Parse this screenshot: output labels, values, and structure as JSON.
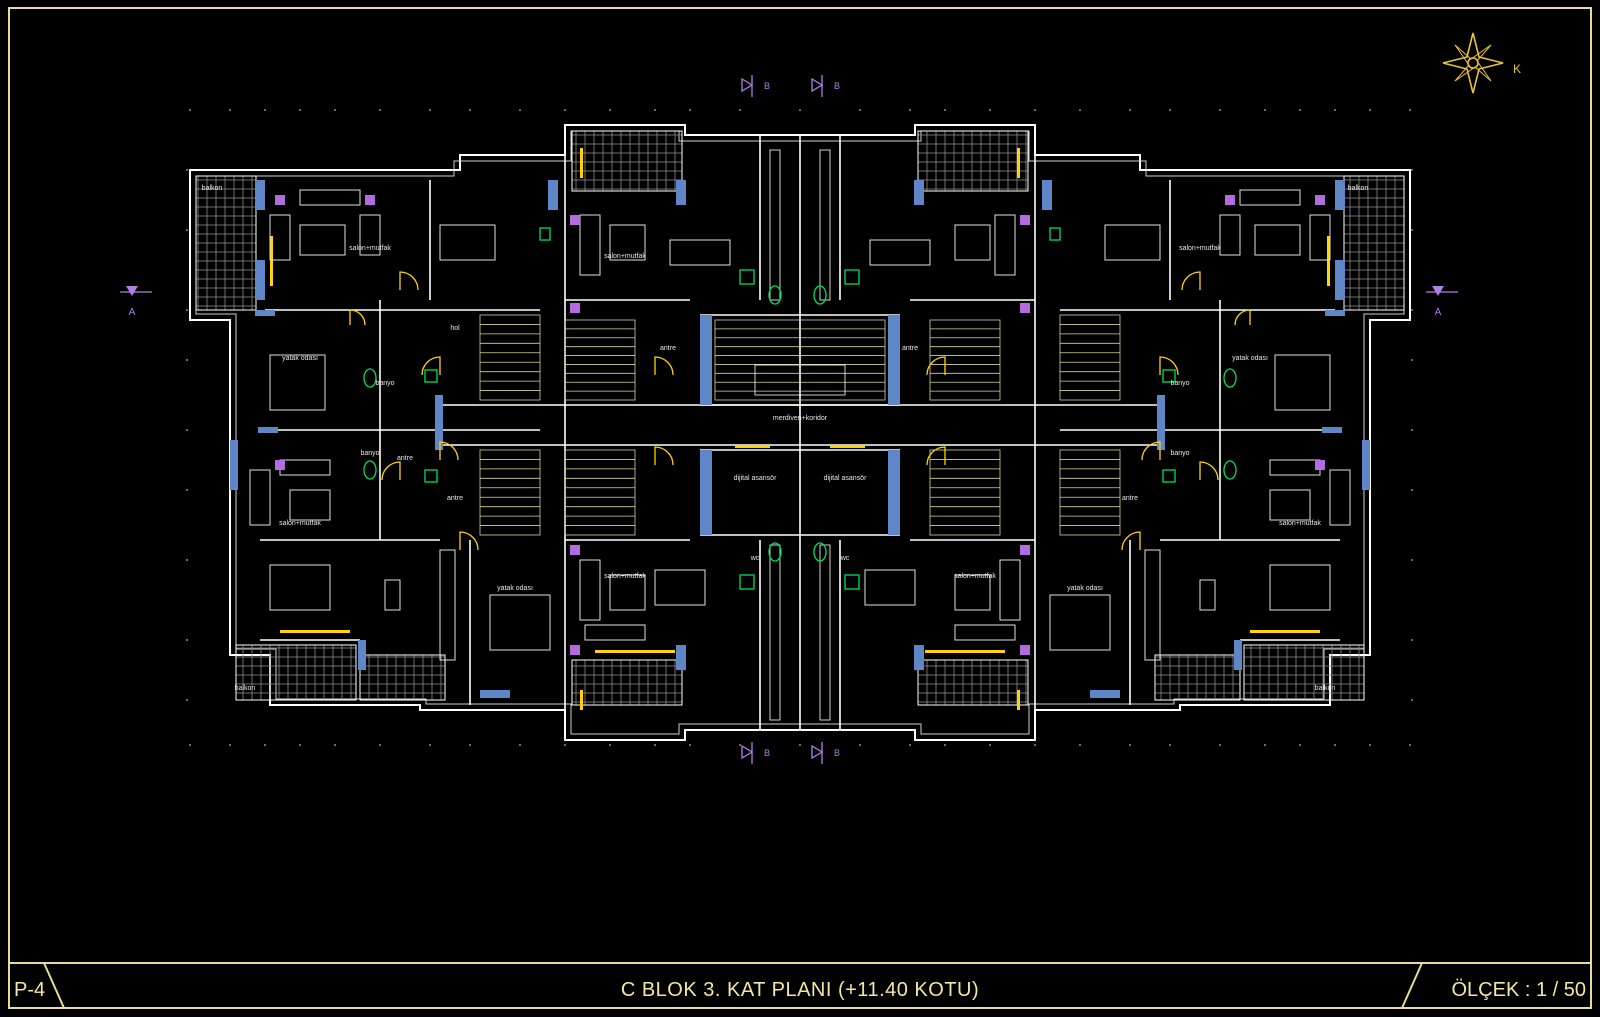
{
  "title_block": {
    "sheet_number": "P-4",
    "title": "C  BLOK  3. KAT  PLANI  (+11.40 KOTU)",
    "scale": "ÖLÇEK : 1 / 50"
  },
  "compass": {
    "north_letter": "K"
  },
  "section_markers": [
    {
      "name": "section-marker-left",
      "letter": "A"
    },
    {
      "name": "section-marker-right",
      "letter": "A"
    },
    {
      "name": "section-marker-top-1",
      "letter": "B"
    },
    {
      "name": "section-marker-top-2",
      "letter": "B"
    },
    {
      "name": "section-marker-bottom-1",
      "letter": "B"
    },
    {
      "name": "section-marker-bottom-2",
      "letter": "B"
    }
  ],
  "rooms": [
    {
      "name": "room-balkon-nw",
      "label": "balkon"
    },
    {
      "name": "room-salon-nw",
      "label": "salon+mutfak"
    },
    {
      "name": "room-yatak-nw",
      "label": "yatak odası"
    },
    {
      "name": "room-banyo-nw",
      "label": "banyo"
    },
    {
      "name": "room-antre-nw",
      "label": "antre"
    },
    {
      "name": "room-hol-nw",
      "label": "hol"
    },
    {
      "name": "room-salon-nc",
      "label": "salon+mutfak"
    },
    {
      "name": "room-antre-nc",
      "label": "antre"
    },
    {
      "name": "room-salon-ne",
      "label": "salon+mutfak"
    },
    {
      "name": "room-balkon-ne",
      "label": "balkon"
    },
    {
      "name": "room-yatak-ne",
      "label": "yatak odası"
    },
    {
      "name": "room-banyo-ne",
      "label": "banyo"
    },
    {
      "name": "room-antre-ne",
      "label": "antre"
    },
    {
      "name": "room-corridor",
      "label": "merdiven+koridor"
    },
    {
      "name": "room-elevator-1",
      "label": "dijital asansör"
    },
    {
      "name": "room-elevator-2",
      "label": "dijital asansör"
    },
    {
      "name": "room-salon-sw",
      "label": "salon+mutfak"
    },
    {
      "name": "room-yatak-sw",
      "label": "yatak odası"
    },
    {
      "name": "room-banyo-sw",
      "label": "banyo"
    },
    {
      "name": "room-antre-sw",
      "label": "antre"
    },
    {
      "name": "room-balkon-sw",
      "label": "balkon"
    },
    {
      "name": "room-salon-sc",
      "label": "salon+mutfak"
    },
    {
      "name": "room-salon-sc2",
      "label": "salon+mutfak"
    },
    {
      "name": "room-yatak-se",
      "label": "yatak odası"
    },
    {
      "name": "room-salon-se",
      "label": "salon+mutfak"
    },
    {
      "name": "room-banyo-se",
      "label": "banyo"
    },
    {
      "name": "room-antre-se",
      "label": "antre"
    },
    {
      "name": "room-balkon-se",
      "label": "balkon"
    },
    {
      "name": "room-wc-1",
      "label": "wc"
    },
    {
      "name": "room-wc-2",
      "label": "wc"
    }
  ],
  "colors": {
    "background": "#000000",
    "frame": "#e9dc9a",
    "walls": "#ffffff",
    "windows": "#5f86c7",
    "doors": "#ffd400",
    "stairs": "#d8d29a",
    "fixtures": "#00e05a",
    "columns": "#b36be0",
    "markers": "#b07fe6",
    "dim_text": "#9a9a9a"
  }
}
